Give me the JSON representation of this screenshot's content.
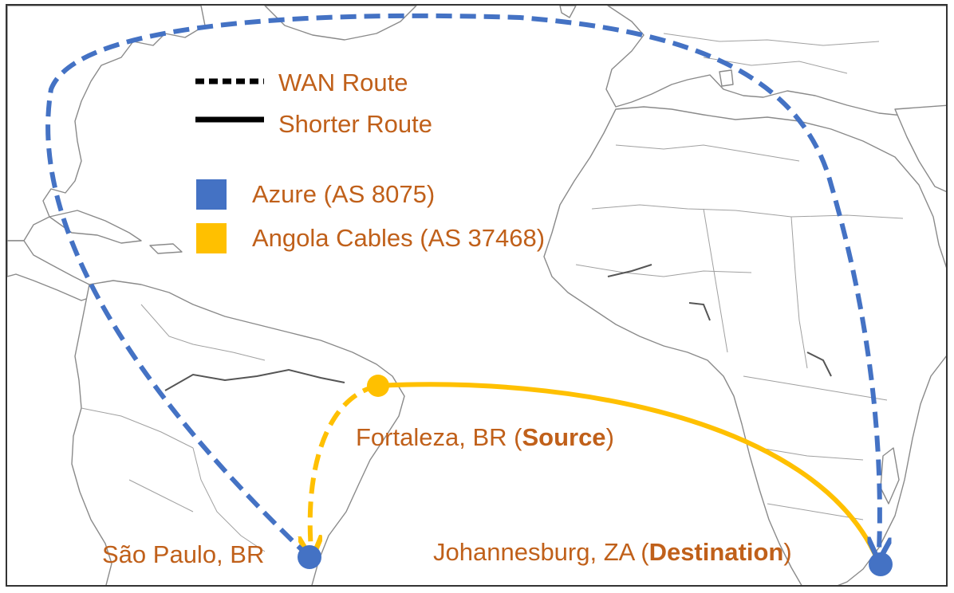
{
  "legend": {
    "route_styles": [
      {
        "label": "WAN Route",
        "line": "dashed"
      },
      {
        "label": "Shorter Route",
        "line": "solid"
      }
    ],
    "networks": [
      {
        "label": "Azure (AS 8075)",
        "color": "#4472c4"
      },
      {
        "label": "Angola Cables (AS 37468)",
        "color": "#ffc000"
      }
    ]
  },
  "places": {
    "source": {
      "city": "Fortaleza, BR (",
      "role": "Source",
      "close": ")",
      "network": "Angola Cables (AS 37468)"
    },
    "sao_paulo": {
      "city": "São Paulo, BR",
      "network": "Azure (AS 8075)"
    },
    "destination": {
      "city": "Johannesburg, ZA (",
      "role": "Destination",
      "close": ")",
      "network": "Azure (AS 8075)"
    }
  },
  "routes": [
    {
      "name": "wan-route-azure",
      "from": "São Paulo, BR",
      "to": "Johannesburg, ZA",
      "style": "dashed",
      "network": "Azure (AS 8075)"
    },
    {
      "name": "wan-route-angola",
      "from": "Fortaleza, BR",
      "to": "São Paulo, BR",
      "style": "dashed",
      "network": "Angola Cables (AS 37468)"
    },
    {
      "name": "shorter-route-angola",
      "from": "Fortaleza, BR",
      "to": "Johannesburg, ZA",
      "style": "solid",
      "network": "Angola Cables (AS 37468)"
    }
  ],
  "colors": {
    "label_text": "#c0601a",
    "azure": "#4472c4",
    "angola": "#ffc000",
    "land_outline": "#8a8a8a"
  }
}
